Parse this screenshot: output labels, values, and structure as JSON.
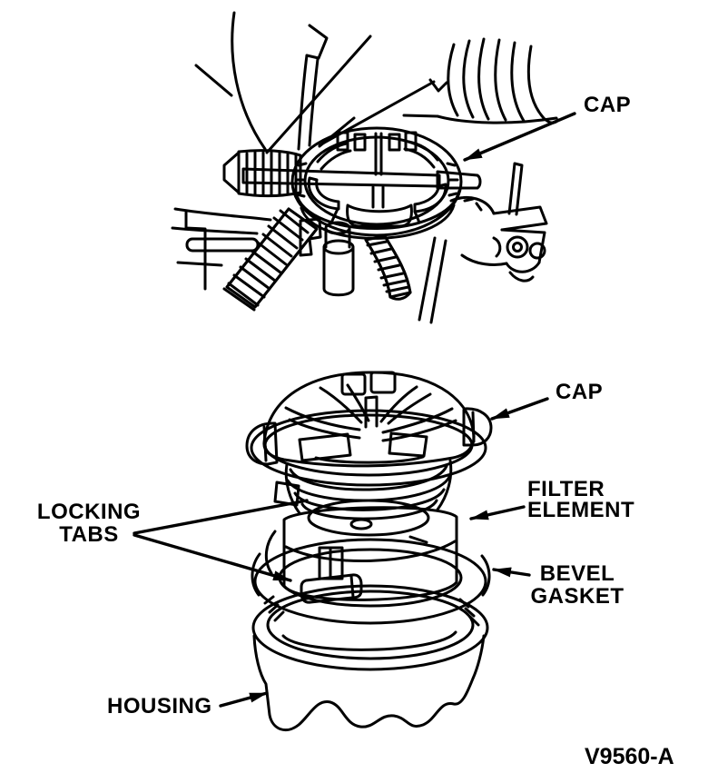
{
  "page": {
    "background": "#ffffff",
    "ink": "#000000"
  },
  "figure": {
    "code": "V9560-A",
    "views": {
      "installed": {
        "labels": {
          "cap": "CAP"
        }
      },
      "exploded": {
        "labels": {
          "cap": "CAP",
          "locking_tabs": [
            "LOCKING",
            "TABS"
          ],
          "filter_element": [
            "FILTER",
            "ELEMENT"
          ],
          "bevel_gasket": [
            "BEVEL",
            "GASKET"
          ],
          "housing": "HOUSING"
        }
      }
    }
  }
}
